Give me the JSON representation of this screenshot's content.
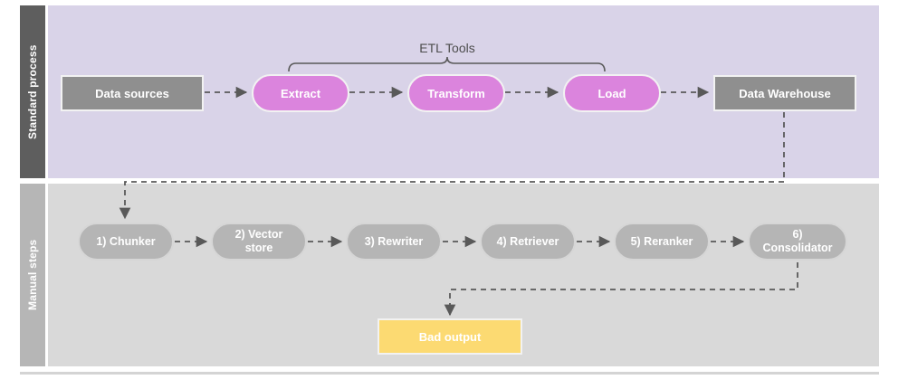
{
  "diagram": {
    "title_present": false,
    "lanes": [
      {
        "id": "standard",
        "label": "Standard process",
        "label_bg": "#5e5e5e",
        "body_bg": "#d9d3e8"
      },
      {
        "id": "manual",
        "label": "Manual steps",
        "label_bg": "#b6b6b6",
        "body_bg": "#d9d9d9"
      }
    ],
    "annotations": {
      "etl_bracket_label": "ETL Tools"
    },
    "standard_process_nodes": [
      {
        "id": "data-sources",
        "label": "Data sources",
        "shape": "rect",
        "color": "#8f8f8f"
      },
      {
        "id": "extract",
        "label": "Extract",
        "shape": "pill",
        "color": "#db84dd"
      },
      {
        "id": "transform",
        "label": "Transform",
        "shape": "pill",
        "color": "#db84dd"
      },
      {
        "id": "load",
        "label": "Load",
        "shape": "pill",
        "color": "#db84dd"
      },
      {
        "id": "data-warehouse",
        "label": "Data Warehouse",
        "shape": "rect",
        "color": "#8f8f8f"
      }
    ],
    "manual_steps_nodes": [
      {
        "id": "step-1",
        "label": "1) Chunker",
        "shape": "pill",
        "color": "#b5b5b5"
      },
      {
        "id": "step-2",
        "label": "2) Vector store",
        "shape": "pill",
        "color": "#b5b5b5"
      },
      {
        "id": "step-3",
        "label": "3) Rewriter",
        "shape": "pill",
        "color": "#b5b5b5"
      },
      {
        "id": "step-4",
        "label": "4) Retriever",
        "shape": "pill",
        "color": "#b5b5b5"
      },
      {
        "id": "step-5",
        "label": "5) Reranker",
        "shape": "pill",
        "color": "#b5b5b5"
      },
      {
        "id": "step-6",
        "label": "6) Consolidator",
        "shape": "pill",
        "color": "#b5b5b5"
      }
    ],
    "output_nodes": [
      {
        "id": "bad-output",
        "label": "Bad output",
        "shape": "rect",
        "color": "#fcda72"
      }
    ],
    "node_labels": {
      "data_sources": "Data sources",
      "extract": "Extract",
      "transform": "Transform",
      "load": "Load",
      "data_warehouse": "Data Warehouse",
      "step_1": "1) Chunker",
      "step_2_line1": "2) Vector",
      "step_2_line2": "store",
      "step_3": "3) Rewriter",
      "step_4": "4) Retriever",
      "step_5": "5) Reranker",
      "step_6_line1": "6)",
      "step_6_line2": "Consolidator",
      "bad_output": "Bad output"
    },
    "edges": [
      {
        "from": "data-sources",
        "to": "extract",
        "style": "dashed-arrow"
      },
      {
        "from": "extract",
        "to": "transform",
        "style": "dashed-arrow"
      },
      {
        "from": "transform",
        "to": "load",
        "style": "dashed-arrow"
      },
      {
        "from": "load",
        "to": "data-warehouse",
        "style": "dashed-arrow"
      },
      {
        "from": "data-warehouse",
        "to": "step-1",
        "style": "dashed-arrow-elbow"
      },
      {
        "from": "step-1",
        "to": "step-2",
        "style": "dashed-arrow"
      },
      {
        "from": "step-2",
        "to": "step-3",
        "style": "dashed-arrow"
      },
      {
        "from": "step-3",
        "to": "step-4",
        "style": "dashed-arrow"
      },
      {
        "from": "step-4",
        "to": "step-5",
        "style": "dashed-arrow"
      },
      {
        "from": "step-5",
        "to": "step-6",
        "style": "dashed-arrow"
      },
      {
        "from": "step-6",
        "to": "bad-output",
        "style": "dashed-arrow-elbow"
      }
    ],
    "colors": {
      "canvas": "#ffffff",
      "lane_standard_label": "#5e5e5e",
      "lane_standard_body": "#d9d3e8",
      "lane_manual_label": "#b6b6b6",
      "lane_manual_body": "#d9d9d9",
      "gray_node": "#8f8f8f",
      "purple_node": "#db84dd",
      "step_node": "#b5b5b5",
      "warning_node": "#fcda72",
      "connector": "#595959",
      "bracket": "#595959",
      "node_text": "#ffffff",
      "annotation_text": "#4d4d4d"
    }
  }
}
